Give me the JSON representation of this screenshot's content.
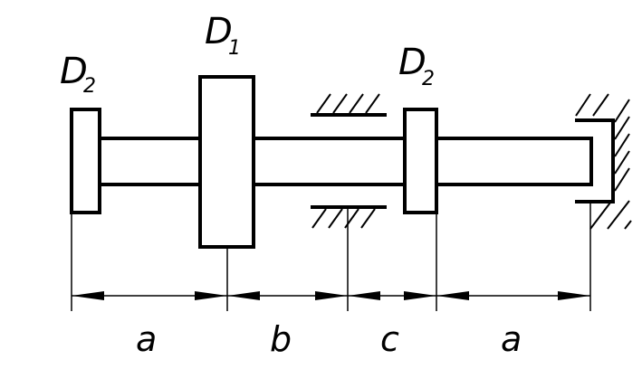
{
  "labels": {
    "disk_left": {
      "main": "D",
      "sub": "2"
    },
    "disk_large": {
      "main": "D",
      "sub": "1"
    },
    "disk_right": {
      "main": "D",
      "sub": "2"
    }
  },
  "dimensions": [
    {
      "name": "dim-a-left",
      "text": "a"
    },
    {
      "name": "dim-b",
      "text": "b"
    },
    {
      "name": "dim-c",
      "text": "c"
    },
    {
      "name": "dim-a-right",
      "text": "a"
    }
  ],
  "colors": {
    "stroke": "#000000",
    "background": "#ffffff"
  }
}
